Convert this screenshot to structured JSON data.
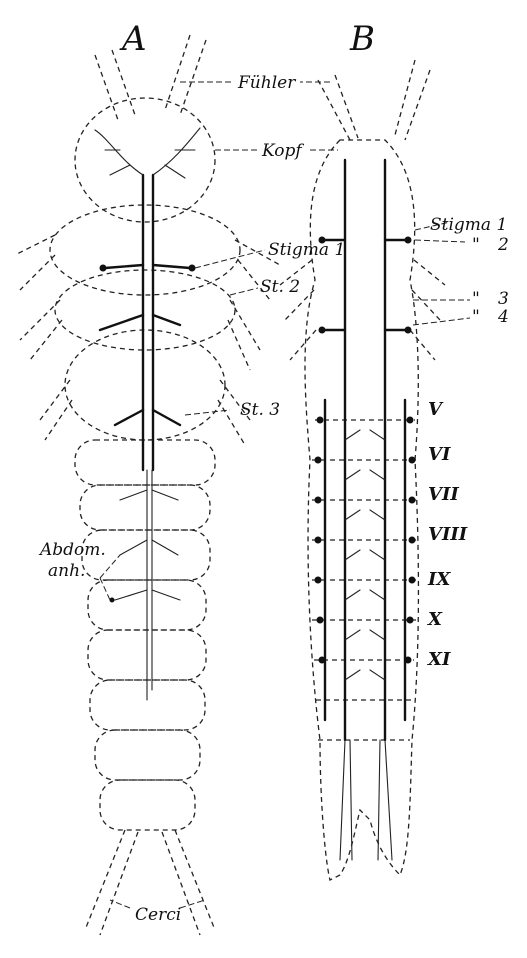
{
  "figure": {
    "panel_a": "A",
    "panel_b": "B",
    "labels_a": {
      "fuehler": "Fühler",
      "kopf": "Kopf",
      "stigma1": "Stigma 1",
      "st2": "St. 2",
      "st3": "St. 3",
      "abdom_line1": "Abdom.",
      "abdom_line2": "anh.",
      "cerci": "Cerci"
    },
    "labels_b": {
      "stigma1": "Stigma 1",
      "ditto2": "\"",
      "num2": "2",
      "ditto3": "\"",
      "num3": "3",
      "ditto4": "\"",
      "num4": "4"
    },
    "segments_b": [
      "V",
      "VI",
      "VII",
      "VIII",
      "IX",
      "X",
      "XI"
    ]
  }
}
